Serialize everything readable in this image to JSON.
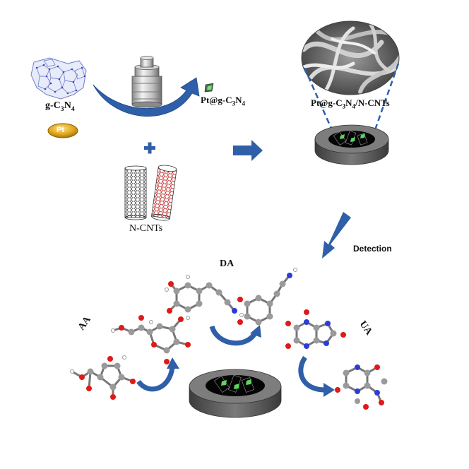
{
  "labels": {
    "gc3n4": {
      "main": "g-C",
      "s1": "3",
      "mid": "N",
      "s2": "4"
    },
    "pt_badge": "Pt",
    "pt_gc3n4": {
      "main": "Pt@g-C",
      "s1": "3",
      "mid": "N",
      "s2": "4"
    },
    "composite": {
      "main": "Pt@g-C",
      "s1": "3",
      "mid": "N",
      "s2": "4",
      "tail": "/N-CNTs"
    },
    "ncnts": "N-CNTs",
    "detection": "Detection",
    "da": "DA",
    "aa": "AA",
    "ua": "UA"
  },
  "colors": {
    "arrow_blue": "#2f5fa8",
    "network_blue": "#6f7fc8",
    "pt_gold": "#d49a1a",
    "electrode_gray": "#6b6b6b",
    "oxygen_red": "#e01919",
    "nitrogen_blue": "#2c3cd8",
    "carbon_gray": "#9a9a9a"
  }
}
